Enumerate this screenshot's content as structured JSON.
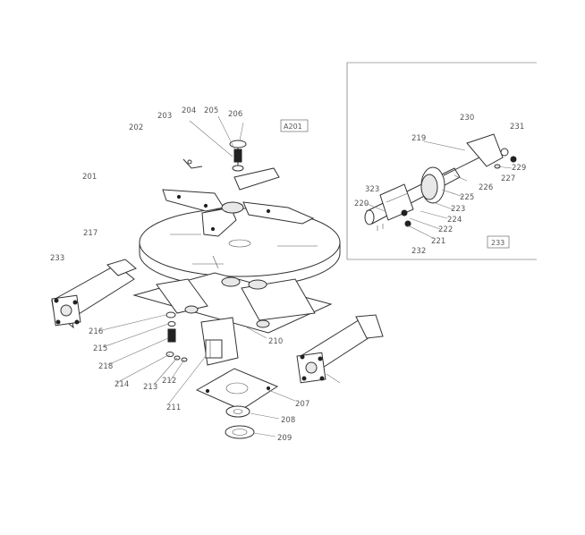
{
  "diagram": {
    "labels": [
      "202",
      "203",
      "204",
      "205",
      "206",
      "201",
      "217",
      "233",
      "216",
      "215",
      "218",
      "214",
      "213",
      "212",
      "211",
      "210",
      "207",
      "208",
      "209",
      "230",
      "219",
      "231",
      "229",
      "227",
      "226",
      "225",
      "323",
      "220",
      "223",
      "224",
      "222",
      "221",
      "232"
    ],
    "boxes": [
      "A201",
      "233"
    ]
  }
}
